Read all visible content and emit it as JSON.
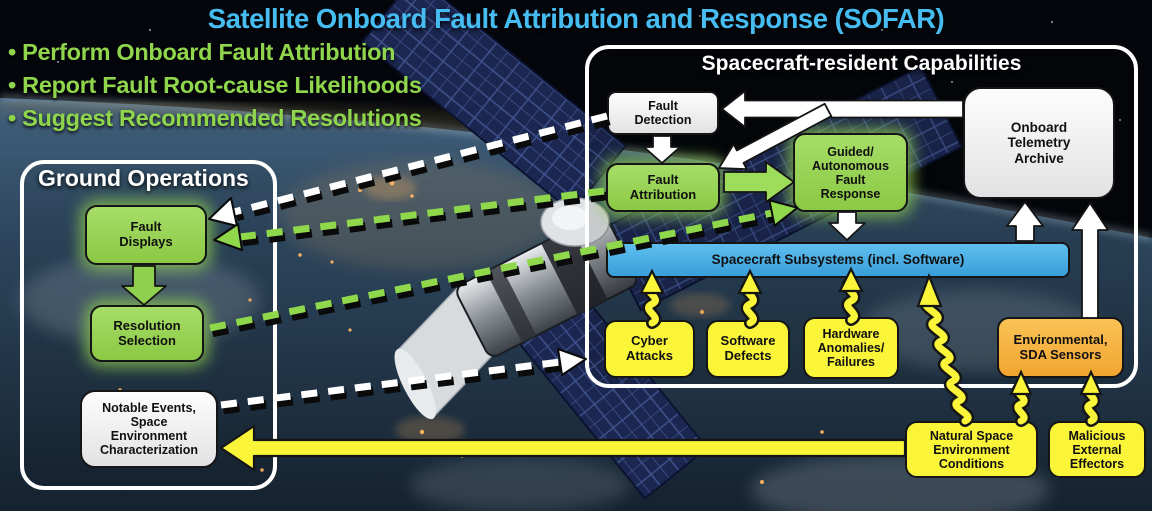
{
  "title": "Satellite Onboard Fault Attribution and Response (SOFAR)",
  "bullets": [
    "• Perform Onboard Fault Attribution",
    "• Report Fault Root-cause Likelihoods",
    "• Suggest Recommended Resolutions"
  ],
  "ground": {
    "title": "Ground Operations",
    "fault_displays": "Fault\nDisplays",
    "resolution_selection": "Resolution\nSelection",
    "notable_events": "Notable Events,\nSpace\nEnvironment\nCharacterization"
  },
  "spacecraft": {
    "title": "Spacecraft-resident Capabilities",
    "fault_detection": "Fault\nDetection",
    "fault_attribution": "Fault\nAttribution",
    "guided_response": "Guided/\nAutonomous\nFault\nResponse",
    "telemetry_archive": "Onboard\nTelemetry\nArchive",
    "subsystems_bar": "Spacecraft Subsystems (incl. Software)"
  },
  "threats": {
    "cyber": "Cyber\nAttacks",
    "software": "Software\nDefects",
    "hardware": "Hardware\nAnomalies/\nFailures",
    "env_sensors": "Environmental,\nSDA Sensors",
    "natural": "Natural Space\nEnvironment\nConditions",
    "malicious": "Malicious\nExternal\nEffectors"
  },
  "colors": {
    "title_blue": "#46BCF1",
    "bullet_green": "#8FD64C",
    "box_green": "#92D050",
    "bar_blue": "#47AEE4",
    "threat_yellow": "#FBF53A",
    "sensor_orange": "#F5B33C",
    "panel_border": "#FFFFFF"
  }
}
